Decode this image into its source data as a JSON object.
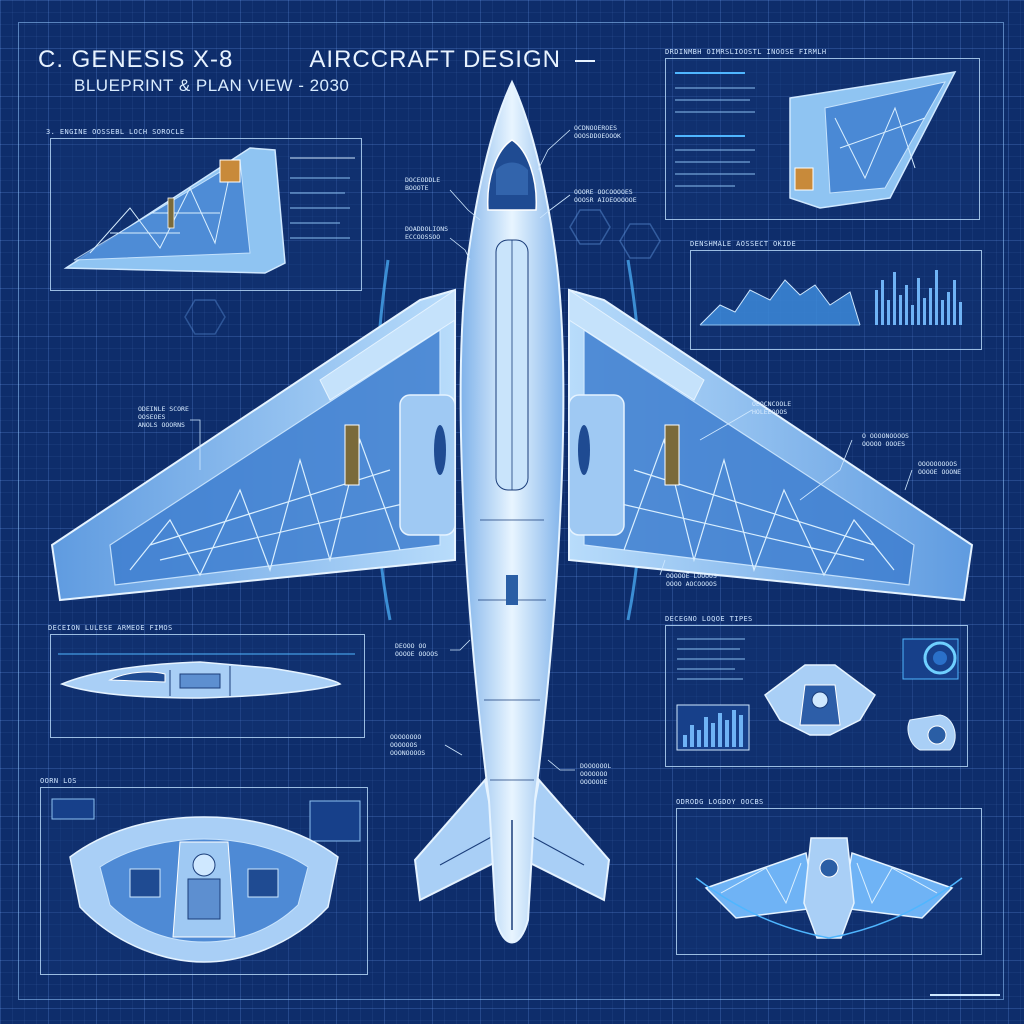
{
  "header": {
    "title_left": "C. GENESIS X-8",
    "title_right": "AIRCCRAFT DESIGN",
    "subtitle": "BLUEPRINT & PLAN VIEW - 2030"
  },
  "panels": {
    "wing_section": {
      "label": "3. ENGINE OOSSEBL LOCH SOROCLE"
    },
    "wing_detail": {
      "label": "DRDINMBH OIMRSLIOOSTL INOOSE FIRMLH"
    },
    "data_chart": {
      "label": "DENSHMALE AOSSECT OKIDE"
    },
    "side_profile": {
      "label": "DECEION LULESE ARMEOE FIMOS"
    },
    "engine_detail": {
      "label": "DECEGNO LOQOE TIPES"
    },
    "cockpit": {
      "label": "OORN LOS"
    },
    "rear_view": {
      "label": "ODRODG LOGDOY OOCBS"
    }
  },
  "callouts": [
    {
      "id": "nose_1",
      "text": "OCDNOOEROES\nOOOSDDOEOOOK"
    },
    {
      "id": "canopy_1",
      "text": "DOCEODDLE\nBOOOTE"
    },
    {
      "id": "canopy_2",
      "text": "OOORE OOCOOOOES\nOOOSR AIOEOOOOOE"
    },
    {
      "id": "intake_1",
      "text": "DOADDOLIONS\nECCOOSSOO"
    },
    {
      "id": "left_wing",
      "text": "ODEINLE SCORE\nOOSEOES\nANOLS OOORNS"
    },
    {
      "id": "right_wing_1",
      "text": "OEOCNCOOLE\nHOLEEOOOS"
    },
    {
      "id": "right_wing_2",
      "text": "O OOOONOOOOS\nOOOOO OOOES"
    },
    {
      "id": "right_wing_3",
      "text": "OOOOOOOOOS\nOOOOE OOONE"
    },
    {
      "id": "right_wing_4",
      "text": "OOOOOE LOOOOS\nOOOO AOCOOOOS"
    },
    {
      "id": "fuselage_1",
      "text": "DEOOO OO\nOOOOE OOOOS"
    },
    {
      "id": "fuselage_2",
      "text": "OOOOOOOO\nOOOOOOS\nOOONOOOOS"
    },
    {
      "id": "tail_1",
      "text": "DOOOOOOL\nOOOOOOO\nOOOOOOE"
    }
  ],
  "colors": {
    "background": "#0e2d6b",
    "grid": "#5a8ad8",
    "aircraft_fill": "#a9cff6",
    "aircraft_stroke": "#1a3d7a",
    "glow": "#4fb6ff"
  }
}
